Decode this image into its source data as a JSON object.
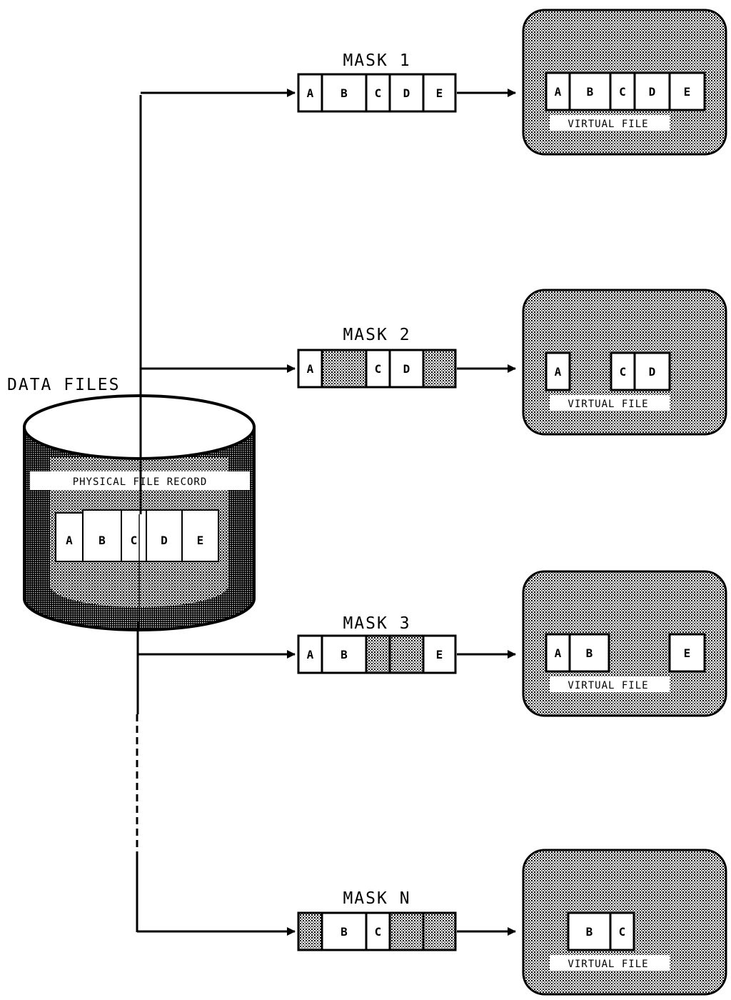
{
  "data_files": {
    "title": "DATA FILES",
    "record_label": "PHYSICAL FILE RECORD",
    "fields": [
      "A",
      "B",
      "C",
      "D",
      "E"
    ]
  },
  "masks": [
    {
      "title": "MASK 1",
      "cells": [
        {
          "label": "A",
          "masked": false
        },
        {
          "label": "B",
          "masked": false
        },
        {
          "label": "C",
          "masked": false
        },
        {
          "label": "D",
          "masked": false
        },
        {
          "label": "E",
          "masked": false
        }
      ],
      "virtual_file": {
        "label": "VIRTUAL FILE",
        "fields": [
          "A",
          "B",
          "C",
          "D",
          "E"
        ]
      }
    },
    {
      "title": "MASK 2",
      "cells": [
        {
          "label": "A",
          "masked": false
        },
        {
          "label": "",
          "masked": true
        },
        {
          "label": "C",
          "masked": false
        },
        {
          "label": "D",
          "masked": false
        },
        {
          "label": "",
          "masked": true
        }
      ],
      "virtual_file": {
        "label": "VIRTUAL FILE",
        "fields": [
          "A",
          "C",
          "D"
        ]
      }
    },
    {
      "title": "MASK 3",
      "cells": [
        {
          "label": "A",
          "masked": false
        },
        {
          "label": "B",
          "masked": false
        },
        {
          "label": "",
          "masked": true
        },
        {
          "label": "",
          "masked": true
        },
        {
          "label": "E",
          "masked": false
        }
      ],
      "virtual_file": {
        "label": "VIRTUAL FILE",
        "fields": [
          "A",
          "B",
          "E"
        ]
      }
    },
    {
      "title": "MASK N",
      "cells": [
        {
          "label": "",
          "masked": true
        },
        {
          "label": "B",
          "masked": false
        },
        {
          "label": "C",
          "masked": false
        },
        {
          "label": "",
          "masked": true
        },
        {
          "label": "",
          "masked": true
        }
      ],
      "virtual_file": {
        "label": "VIRTUAL FILE",
        "fields": [
          "B",
          "C"
        ]
      }
    }
  ]
}
